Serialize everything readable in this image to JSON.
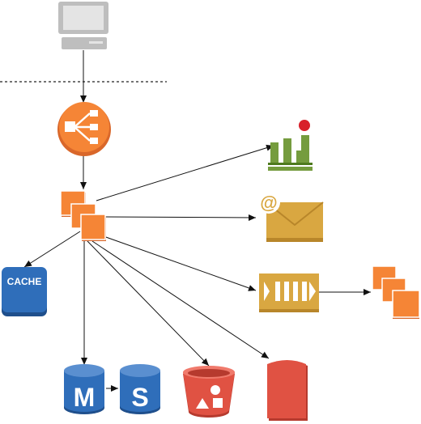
{
  "nodes": {
    "cache": {
      "label": "CACHE"
    },
    "db_master": {
      "label": "M"
    },
    "db_slave": {
      "label": "S"
    }
  },
  "colors": {
    "orange": "#F58536",
    "orange_dark": "#D9672A",
    "blue": "#2F6EBA",
    "blue_dark": "#1F4F8C",
    "red": "#E05243",
    "red_dark": "#B63A2E",
    "gold": "#D9A741",
    "gold_dark": "#B8862A",
    "green": "#759C3E",
    "green_dark": "#4E7A1E",
    "gray": "#CFCFCF"
  }
}
